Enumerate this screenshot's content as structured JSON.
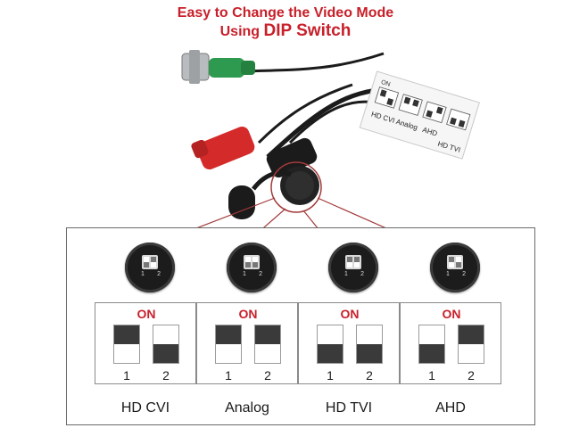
{
  "heading": {
    "line1": "Easy to Change the Video Mode",
    "line2_prefix": "Using ",
    "line2_emph": "DIP Switch"
  },
  "colors": {
    "title_red": "#c8202a",
    "cable_green": "#2e9a4f",
    "cable_red": "#d42a2a",
    "cable_black": "#1b1b1b",
    "pointer_line": "#a23a3a"
  },
  "label_card": {
    "on_text": "ON",
    "modes": [
      "HD CVI",
      "Analog",
      "AHD",
      "HD TVI"
    ]
  },
  "modes": [
    {
      "label": "HD CVI",
      "on_text": "ON",
      "switch1": "1",
      "switch2": "2",
      "sw1_on": true,
      "sw2_on": false
    },
    {
      "label": "Analog",
      "on_text": "ON",
      "switch1": "1",
      "switch2": "2",
      "sw1_on": true,
      "sw2_on": true
    },
    {
      "label": "HD TVI",
      "on_text": "ON",
      "switch1": "1",
      "switch2": "2",
      "sw1_on": false,
      "sw2_on": false
    },
    {
      "label": "AHD",
      "on_text": "ON",
      "switch1": "1",
      "switch2": "2",
      "sw1_on": false,
      "sw2_on": true
    }
  ]
}
